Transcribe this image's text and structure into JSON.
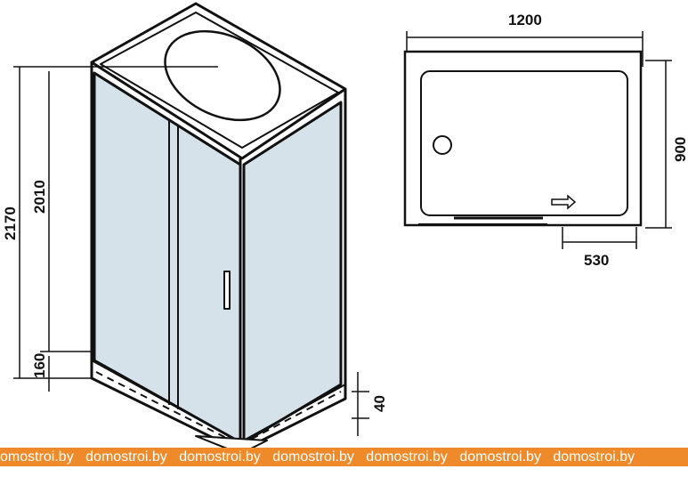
{
  "dimensions": {
    "total_height": "2170",
    "cabin_height": "2010",
    "tray_height": "160",
    "base_height": "40",
    "width": "1200",
    "depth": "900",
    "door_width": "530"
  },
  "watermark": {
    "text": "domostroi.by",
    "visible_text": "omostroi.by",
    "color": "#ee8a2a"
  },
  "colors": {
    "glass": "#d5e2ea",
    "line": "#111111"
  }
}
